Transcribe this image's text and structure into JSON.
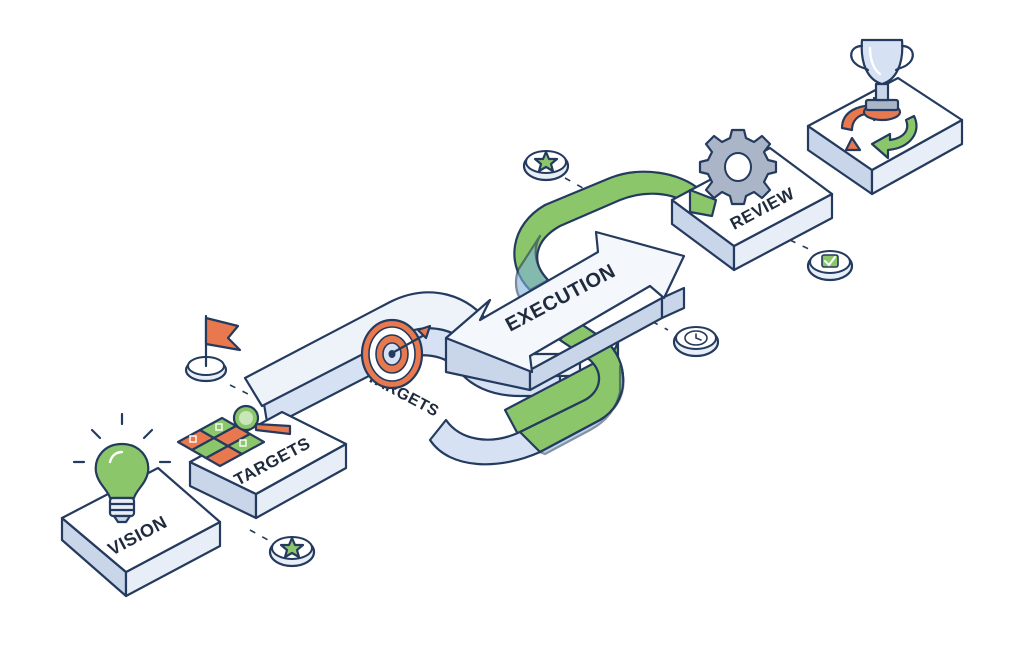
{
  "stages": {
    "vision": "VISION",
    "targets_block": "TARGETS",
    "targets_path": "TARGETS",
    "execution": "EXECUTION",
    "review": "REVIEW"
  },
  "colors": {
    "outline": "#243a5e",
    "surface": "#ffffff",
    "side_light": "#e8eef7",
    "side_dark": "#c9d6ea",
    "path_blue": "#d6e2f3",
    "green": "#8cc66b",
    "green_dark": "#5f9e45",
    "orange": "#e8794f",
    "steel": "#aab6c7"
  },
  "icons": [
    "lightbulb-icon",
    "flag-icon",
    "grid-icon",
    "magnifier-icon",
    "target-icon",
    "star-badge-icon",
    "clock-icon",
    "check-badge-icon",
    "gear-icon",
    "trophy-icon",
    "cycle-arrows-icon"
  ]
}
